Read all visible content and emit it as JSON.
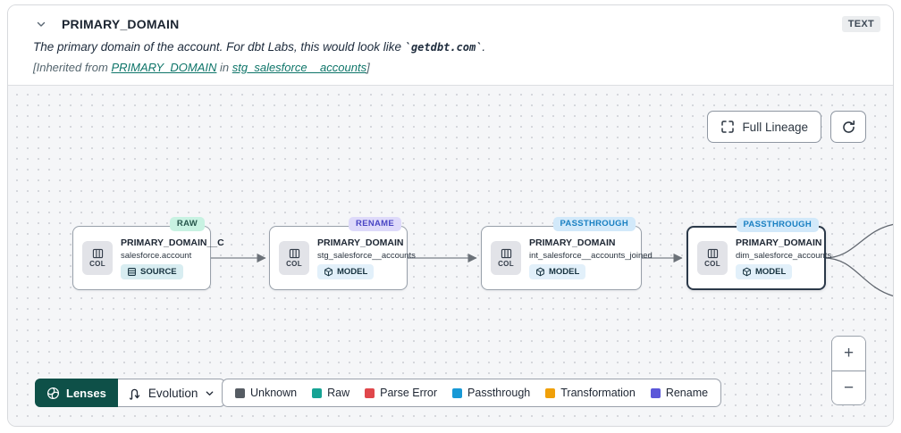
{
  "header": {
    "title": "PRIMARY_DOMAIN",
    "type_badge": "TEXT",
    "description_prefix": "The primary domain of the account. For dbt Labs, this would look like ",
    "description_code": "`getdbt.com`",
    "description_suffix": ".",
    "inherited_prefix": "[Inherited from ",
    "inherited_link_column": "PRIMARY_DOMAIN",
    "inherited_mid": " in ",
    "inherited_link_model": "stg_salesforce__accounts",
    "inherited_suffix": "]"
  },
  "canvas": {
    "full_lineage_label": "Full Lineage",
    "nodes": [
      {
        "tag": "RAW",
        "title": "PRIMARY_DOMAIN__C",
        "subtitle": "salesforce.account",
        "kind": "SOURCE",
        "col_label": "COL",
        "selected": false
      },
      {
        "tag": "RENAME",
        "title": "PRIMARY_DOMAIN",
        "subtitle": "stg_salesforce__accounts",
        "kind": "MODEL",
        "col_label": "COL",
        "selected": false
      },
      {
        "tag": "PASSTHROUGH",
        "title": "PRIMARY_DOMAIN",
        "subtitle": "int_salesforce__accounts_joined",
        "kind": "MODEL",
        "col_label": "COL",
        "selected": false
      },
      {
        "tag": "PASSTHROUGH",
        "title": "PRIMARY_DOMAIN",
        "subtitle": "dim_salesforce_accounts",
        "kind": "MODEL",
        "col_label": "COL",
        "selected": true
      }
    ]
  },
  "footer": {
    "lenses_label": "Lenses",
    "lens_selected": "Evolution",
    "legend": [
      {
        "label": "Unknown",
        "color": "#565c63"
      },
      {
        "label": "Raw",
        "color": "#16a394"
      },
      {
        "label": "Parse Error",
        "color": "#e0474b"
      },
      {
        "label": "Passthrough",
        "color": "#1899d6"
      },
      {
        "label": "Transformation",
        "color": "#f0a009"
      },
      {
        "label": "Rename",
        "color": "#5b57d9"
      }
    ],
    "zoom_in": "+",
    "zoom_out": "−"
  },
  "icons": {
    "collapse": "chevron-down",
    "full_lineage": "fullscreen-brackets",
    "refresh": "circular-arrow",
    "column": "table-columns",
    "source": "table-rows",
    "model": "cube",
    "lenses": "aperture",
    "evolution": "loop-arrows",
    "lens_dropdown": "chevron-down",
    "zoom_in": "plus",
    "zoom_out": "minus"
  }
}
